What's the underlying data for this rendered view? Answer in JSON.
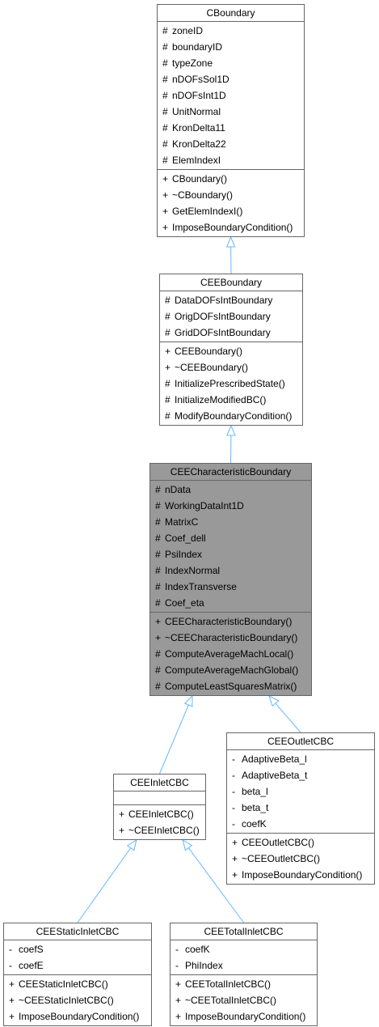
{
  "diagram": {
    "classes": [
      {
        "id": "CBoundary",
        "name": "CBoundary",
        "highlighted": false,
        "attributes": [
          {
            "vis": "#",
            "name": "zoneID"
          },
          {
            "vis": "#",
            "name": "boundaryID"
          },
          {
            "vis": "#",
            "name": "typeZone"
          },
          {
            "vis": "#",
            "name": "nDOFsSol1D"
          },
          {
            "vis": "#",
            "name": "nDOFsInt1D"
          },
          {
            "vis": "#",
            "name": "UnitNormal"
          },
          {
            "vis": "#",
            "name": "KronDelta11"
          },
          {
            "vis": "#",
            "name": "KronDelta22"
          },
          {
            "vis": "#",
            "name": "ElemIndexI"
          }
        ],
        "methods": [
          {
            "vis": "+",
            "name": "CBoundary()"
          },
          {
            "vis": "+",
            "name": "~CBoundary()"
          },
          {
            "vis": "+",
            "name": "GetElemIndexI()"
          },
          {
            "vis": "+",
            "name": "ImposeBoundaryCondition()"
          }
        ]
      },
      {
        "id": "CEEBoundary",
        "name": "CEEBoundary",
        "highlighted": false,
        "attributes": [
          {
            "vis": "#",
            "name": "DataDOFsIntBoundary"
          },
          {
            "vis": "#",
            "name": "OrigDOFsIntBoundary"
          },
          {
            "vis": "#",
            "name": "GridDOFsIntBoundary"
          }
        ],
        "methods": [
          {
            "vis": "+",
            "name": "CEEBoundary()"
          },
          {
            "vis": "+",
            "name": "~CEEBoundary()"
          },
          {
            "vis": "#",
            "name": "InitializePrescribedState()"
          },
          {
            "vis": "#",
            "name": "InitializeModifiedBC()"
          },
          {
            "vis": "#",
            "name": "ModifyBoundaryCondition()"
          }
        ]
      },
      {
        "id": "CEECharacteristicBoundary",
        "name": "CEECharacteristicBoundary",
        "highlighted": true,
        "attributes": [
          {
            "vis": "#",
            "name": "nData"
          },
          {
            "vis": "#",
            "name": "WorkingDataInt1D"
          },
          {
            "vis": "#",
            "name": "MatrixC"
          },
          {
            "vis": "#",
            "name": "Coef_dell"
          },
          {
            "vis": "#",
            "name": "PsiIndex"
          },
          {
            "vis": "#",
            "name": "IndexNormal"
          },
          {
            "vis": "#",
            "name": "IndexTransverse"
          },
          {
            "vis": "#",
            "name": "Coef_eta"
          }
        ],
        "methods": [
          {
            "vis": "+",
            "name": "CEECharacteristicBoundary()"
          },
          {
            "vis": "+",
            "name": "~CEECharacteristicBoundary()"
          },
          {
            "vis": "#",
            "name": "ComputeAverageMachLocal()"
          },
          {
            "vis": "#",
            "name": "ComputeAverageMachGlobal()"
          },
          {
            "vis": "#",
            "name": "ComputeLeastSquaresMatrix()"
          }
        ]
      },
      {
        "id": "CEEInletCBC",
        "name": "CEEInletCBC",
        "highlighted": false,
        "attributes": [],
        "methods": [
          {
            "vis": "+",
            "name": "CEEInletCBC()"
          },
          {
            "vis": "+",
            "name": "~CEEInletCBC()"
          }
        ]
      },
      {
        "id": "CEEOutletCBC",
        "name": "CEEOutletCBC",
        "highlighted": false,
        "attributes": [
          {
            "vis": "-",
            "name": "AdaptiveBeta_l"
          },
          {
            "vis": "-",
            "name": "AdaptiveBeta_t"
          },
          {
            "vis": "-",
            "name": "beta_l"
          },
          {
            "vis": "-",
            "name": "beta_t"
          },
          {
            "vis": "-",
            "name": "coefK"
          }
        ],
        "methods": [
          {
            "vis": "+",
            "name": "CEEOutletCBC()"
          },
          {
            "vis": "+",
            "name": "~CEEOutletCBC()"
          },
          {
            "vis": "+",
            "name": "ImposeBoundaryCondition()"
          }
        ]
      },
      {
        "id": "CEEStaticInletCBC",
        "name": "CEEStaticInletCBC",
        "highlighted": false,
        "attributes": [
          {
            "vis": "-",
            "name": "coefS"
          },
          {
            "vis": "-",
            "name": "coefE"
          }
        ],
        "methods": [
          {
            "vis": "+",
            "name": "CEEStaticInletCBC()"
          },
          {
            "vis": "+",
            "name": "~CEEStaticInletCBC()"
          },
          {
            "vis": "+",
            "name": "ImposeBoundaryCondition()"
          }
        ]
      },
      {
        "id": "CEETotalInletCBC",
        "name": "CEETotalInletCBC",
        "highlighted": false,
        "attributes": [
          {
            "vis": "-",
            "name": "coefK"
          },
          {
            "vis": "-",
            "name": "PhiIndex"
          }
        ],
        "methods": [
          {
            "vis": "+",
            "name": "CEETotalInletCBC()"
          },
          {
            "vis": "+",
            "name": "~CEETotalInletCBC()"
          },
          {
            "vis": "+",
            "name": "ImposeBoundaryCondition()"
          }
        ]
      }
    ],
    "inheritance": [
      {
        "child": "CEEBoundary",
        "parent": "CBoundary"
      },
      {
        "child": "CEECharacteristicBoundary",
        "parent": "CEEBoundary"
      },
      {
        "child": "CEEInletCBC",
        "parent": "CEECharacteristicBoundary"
      },
      {
        "child": "CEEOutletCBC",
        "parent": "CEECharacteristicBoundary"
      },
      {
        "child": "CEEStaticInletCBC",
        "parent": "CEEInletCBC"
      },
      {
        "child": "CEETotalInletCBC",
        "parent": "CEEInletCBC"
      }
    ],
    "colors": {
      "edge": "#63b8ff",
      "border": "#666666",
      "highlight_fill": "#999999",
      "fill": "#ffffff"
    }
  }
}
